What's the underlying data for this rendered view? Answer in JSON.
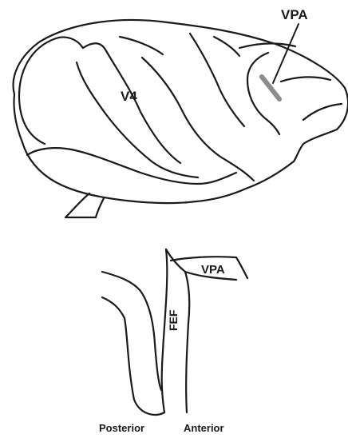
{
  "labels": {
    "vpa_top": "VPA",
    "v4": "V4",
    "vpa_section": "VPA",
    "fef": "FEF",
    "posterior": "Posterior",
    "anterior": "Anterior"
  },
  "colors": {
    "ink": "#1a1a1a",
    "recording_site": "#8c8c8c",
    "background": "#ffffff"
  }
}
